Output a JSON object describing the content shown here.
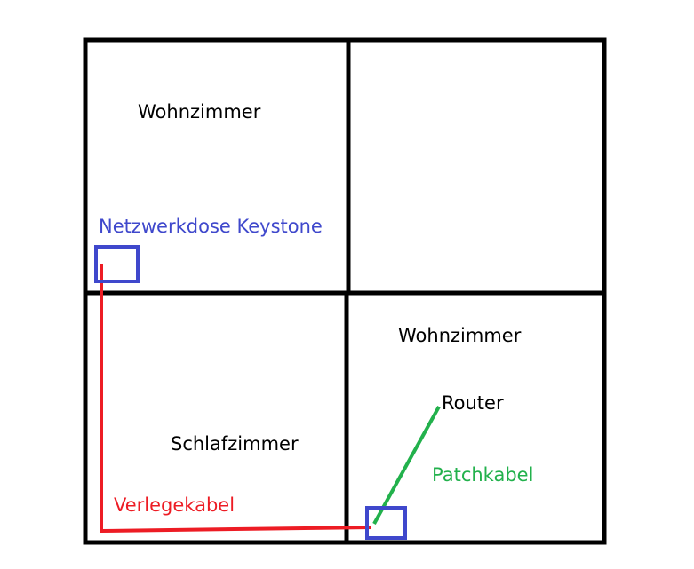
{
  "labels": {
    "room_top_left": "Wohnzimmer",
    "network_socket": "Netzwerkdose Keystone",
    "room_bottom_right": "Wohnzimmer",
    "router": "Router",
    "bedroom": "Schlafzimmer",
    "patch_cable": "Patchkabel",
    "installation_cable": "Verlegekabel"
  },
  "colors": {
    "walls": "#000000",
    "text": "#000000",
    "socket": "#3f48cc",
    "installation_cable": "#ed1c24",
    "patch_cable": "#22b14c"
  }
}
